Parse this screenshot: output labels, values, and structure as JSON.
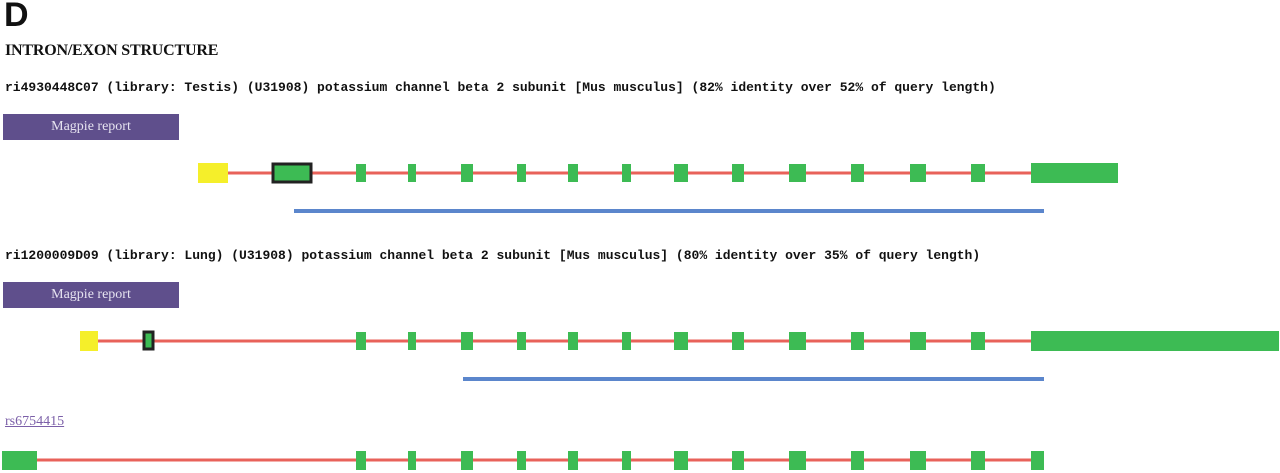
{
  "panel_label": "D",
  "section_title": "INTRON/EXON STRUCTURE",
  "entries": [
    {
      "description": "ri4930448C07 (library: Testis) (U31908) potassium channel beta 2 subunit [Mus musculus] (82% identity over 52% of query length)",
      "report_label": "Magpie report"
    },
    {
      "description": "ri1200009D09 (library: Lung) (U31908) potassium channel beta 2 subunit [Mus musculus] (80% identity over 35% of query length)",
      "report_label": "Magpie report"
    }
  ],
  "snp": {
    "label": "rs6754415"
  },
  "colors": {
    "intron_line": "#e8625a",
    "exon": "#3dbb54",
    "utr_start": "#f5ef2a",
    "alignment_bar": "#5b86cc",
    "exon_outline": "#222222",
    "button_bg": "#5f4f8c",
    "link": "#7b5fa8"
  }
}
